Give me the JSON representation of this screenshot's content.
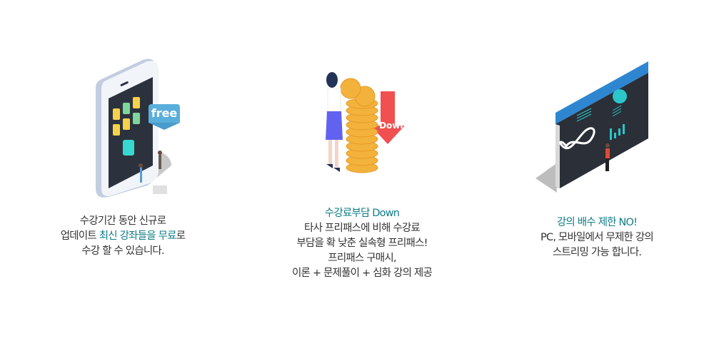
{
  "features": [
    {
      "illustration": {
        "badge": "free"
      },
      "lines": [
        {
          "parts": [
            {
              "text": "수강기간 동안 신규로",
              "highlight": false
            }
          ]
        },
        {
          "parts": [
            {
              "text": "업데이트 ",
              "highlight": false
            },
            {
              "text": "최신 강좌들을 무료",
              "highlight": true
            },
            {
              "text": "로",
              "highlight": false
            }
          ]
        },
        {
          "parts": [
            {
              "text": "수강 할 수 있습니다.",
              "highlight": false
            }
          ]
        }
      ]
    },
    {
      "illustration": {
        "badge": "Down"
      },
      "title": "수강료부담 Down",
      "lines": [
        "타사 프리패스에 비해 수강료",
        "부담을 확 낮춘 실속형 프리패스!",
        "프리패스 구매시,",
        "이론 + 문제풀이 + 심화 강의 제공"
      ]
    },
    {
      "illustration": {
        "window_controls": "_ ▭ x"
      },
      "title": "강의 배수 제한 NO!",
      "lines": [
        "PC, 모바일에서 무제한 강의",
        "스트리밍 가능 합니다."
      ]
    }
  ],
  "colors": {
    "highlight": "#0e7c86",
    "text": "#333333",
    "down_arrow": "#f05050",
    "free_badge": "#5aaedc",
    "window_bar": "#2f86d0"
  }
}
